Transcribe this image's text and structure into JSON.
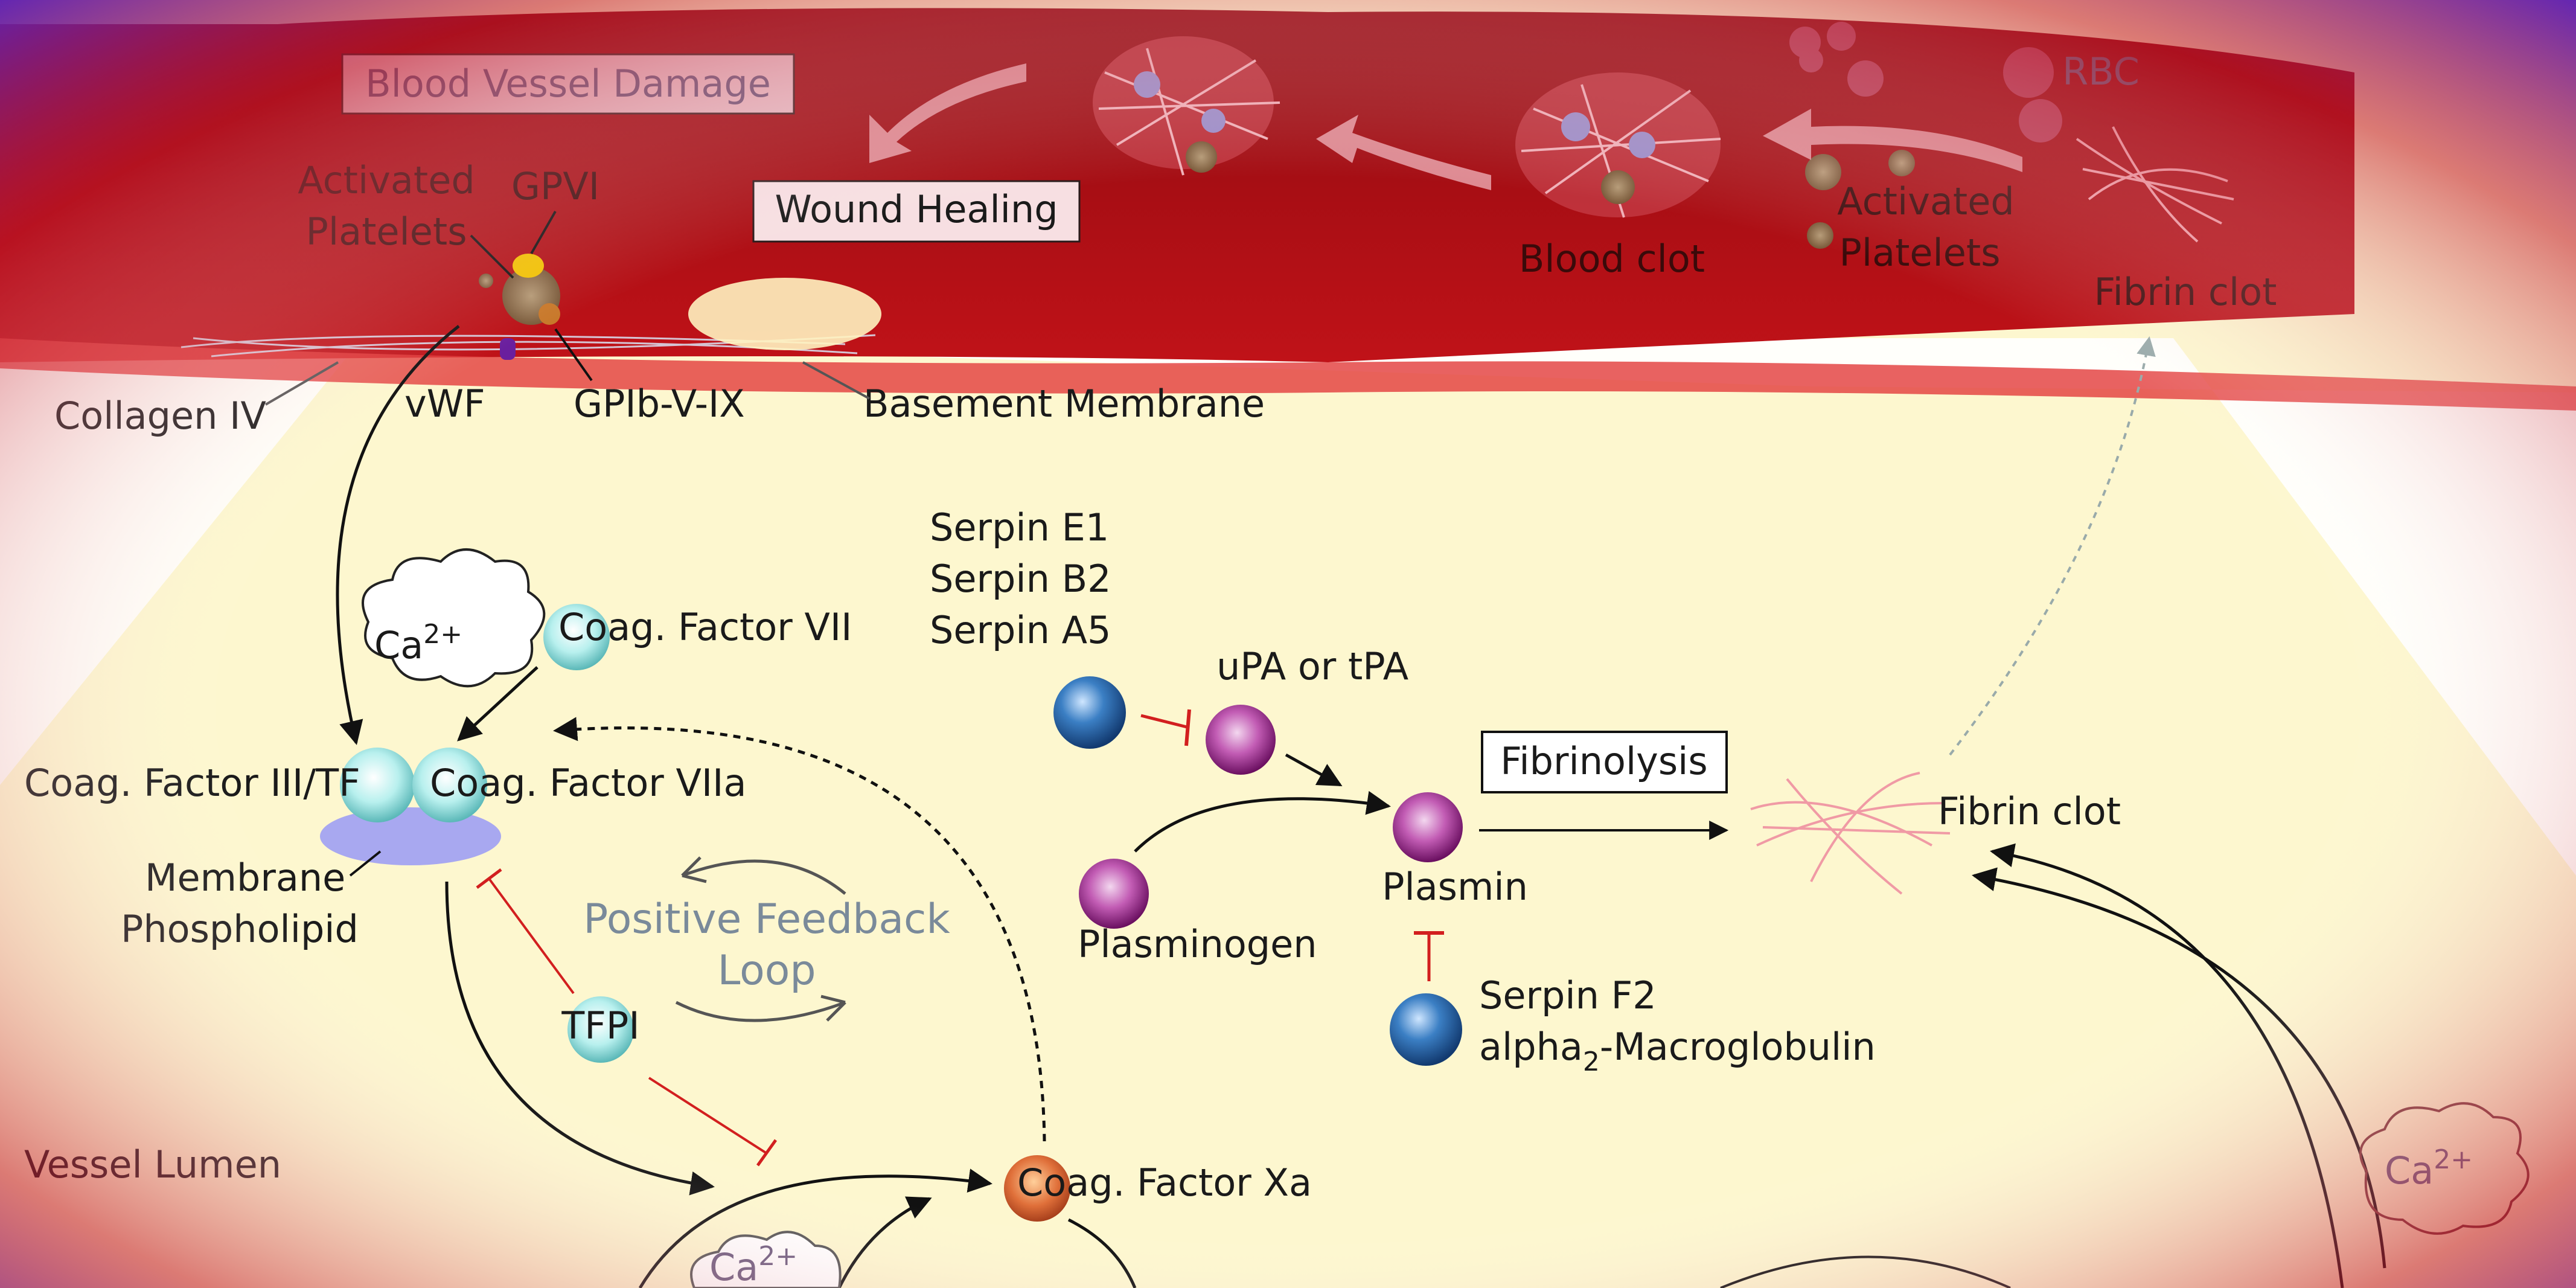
{
  "labels": {
    "blood_vessel_damage": "Blood Vessel Damage",
    "wound_healing": "Wound Healing",
    "activated_platelets_top_1": "Activated",
    "activated_platelets_top_2": "Platelets",
    "gpvi": "GPVI",
    "collagen_iv": "Collagen IV",
    "vwf": "vWF",
    "gpib": "GPIb-V-IX",
    "basement_membrane": "Basement Membrane",
    "blood_clot": "Blood clot",
    "activated_platelets_right_1": "Activated",
    "activated_platelets_right_2": "Platelets",
    "rbc": "RBC",
    "fibrin_clot_top": "Fibrin clot",
    "ca_left": "Ca",
    "ca_left_sup": "2+",
    "coag_vii": "Coag. Factor VII",
    "coag_iii_tf": "Coag. Factor III/TF",
    "coag_viia": "Coag. Factor VIIa",
    "membrane_1": "Membrane",
    "membrane_2": "Phospholipid",
    "positive_feedback_1": "Positive Feedback",
    "positive_feedback_2": "Loop",
    "tfpi": "TFPI",
    "vessel_lumen": "Vessel Lumen",
    "coag_xa": "Coag. Factor Xa",
    "ca_bottom": "Ca",
    "ca_bottom_sup": "2+",
    "serpin_e1": "Serpin E1",
    "serpin_b2": "Serpin B2",
    "serpin_a5": "Serpin A5",
    "upa_tpa": "uPA or tPA",
    "fibrinolysis": "Fibrinolysis",
    "plasmin": "Plasmin",
    "plasminogen": "Plasminogen",
    "fibrin_clot_mid": "Fibrin clot",
    "serpin_f2": "Serpin F2",
    "alpha_macro_a": "alpha",
    "alpha_macro_sub": "2",
    "alpha_macro_b": "-Macroglobulin",
    "ca_right": "Ca",
    "ca_right_sup": "2+"
  },
  "colors": {
    "frame": "#6a2bbf",
    "vessel": "#b50d12",
    "lumen": "#faf3c0",
    "blue_protein": "#2a6fb0",
    "purple_protein": "#8a1f7e",
    "teal_protein": "#9fe0e0",
    "factor_xa": "#e0703a",
    "inhibitor": "#d21f1f"
  }
}
